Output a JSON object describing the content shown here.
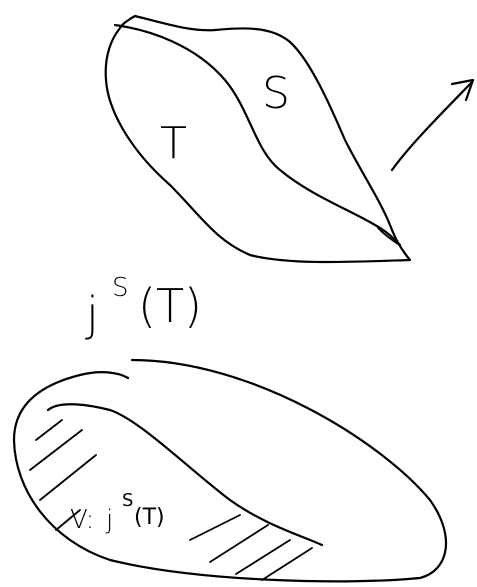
{
  "labels": {
    "region_s": "S",
    "region_t": "T",
    "jet_prefix": "j",
    "jet_sup": "S",
    "jet_arg": "(T)",
    "v_prefix": "V:",
    "v_jet": "j",
    "v_sup": "S",
    "v_arg": "(T)"
  },
  "colors": {
    "ink": "#000000",
    "background": "#ffffff"
  }
}
